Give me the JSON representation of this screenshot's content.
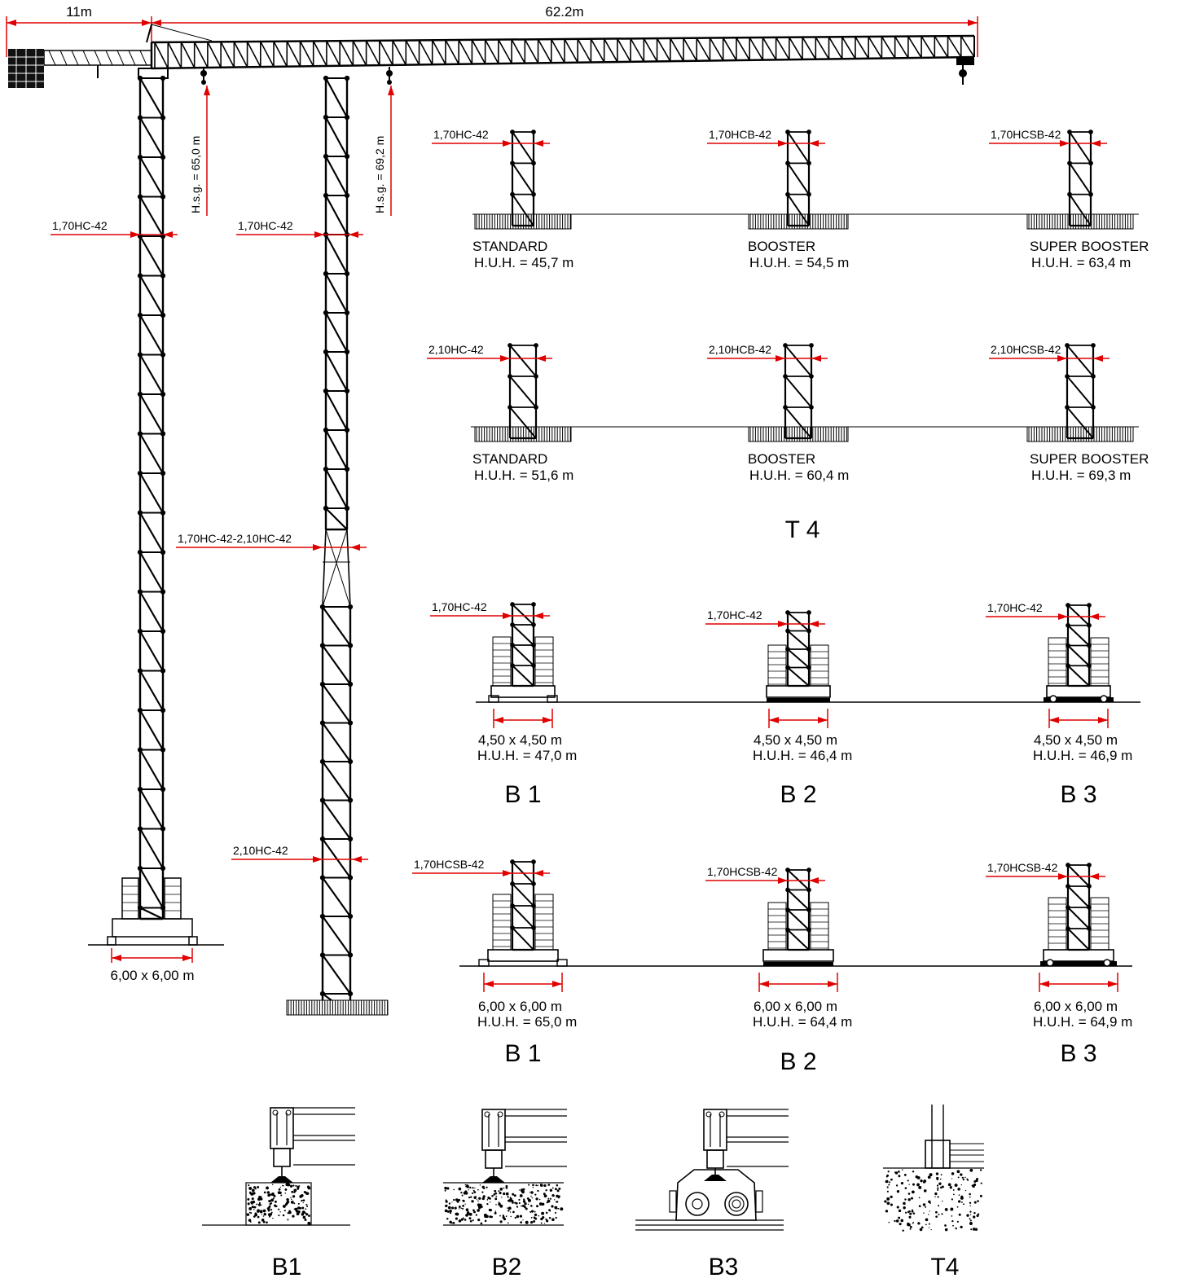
{
  "dims": {
    "counterjib": "11m",
    "jib": "62.2m"
  },
  "hsg": [
    "H.s.g. = 65,0 m",
    "H.s.g. = 69,2 m"
  ],
  "main_tower": {
    "label": "1,70HC-42",
    "base": "6,00 x 6,00 m"
  },
  "second_tower": {
    "top_label": "1,70HC-42",
    "transition_label": "1,70HC-42-2,10HC-42",
    "bottom_label": "2,10HC-42"
  },
  "t4_row1": [
    {
      "mast": "1,70HC-42",
      "type": "STANDARD",
      "huh": "H.U.H. = 45,7 m"
    },
    {
      "mast": "1,70HCB-42",
      "type": "BOOSTER",
      "huh": "H.U.H. = 54,5 m"
    },
    {
      "mast": "1,70HCSB-42",
      "type": "SUPER BOOSTER",
      "huh": "H.U.H. = 63,4 m"
    }
  ],
  "t4_row2": [
    {
      "mast": "2,10HC-42",
      "type": "STANDARD",
      "huh": "H.U.H. = 51,6 m"
    },
    {
      "mast": "2,10HCB-42",
      "type": "BOOSTER",
      "huh": "H.U.H. = 60,4 m"
    },
    {
      "mast": "2,10HCSB-42",
      "type": "SUPER BOOSTER",
      "huh": "H.U.H. = 69,3 m"
    }
  ],
  "t4_title": "T 4",
  "b_row1": [
    {
      "mast": "1,70HC-42",
      "size": "4,50 x 4,50 m",
      "huh": "H.U.H. = 47,0 m",
      "name": "B 1"
    },
    {
      "mast": "1,70HC-42",
      "size": "4,50 x 4,50 m",
      "huh": "H.U.H. = 46,4 m",
      "name": "B 2"
    },
    {
      "mast": "1,70HC-42",
      "size": "4,50 x 4,50 m",
      "huh": "H.U.H. = 46,9 m",
      "name": "B 3"
    }
  ],
  "b_row2": [
    {
      "mast": "1,70HCSB-42",
      "size": "6,00 x 6,00 m",
      "huh": "H.U.H. = 65,0 m",
      "name": "B 1"
    },
    {
      "mast": "1,70HCSB-42",
      "size": "6,00 x 6,00 m",
      "huh": "H.U.H. = 64,4 m",
      "name": "B 2"
    },
    {
      "mast": "1,70HCSB-42",
      "size": "6,00 x 6,00 m",
      "huh": "H.U.H. = 64,9 m",
      "name": "B 3"
    }
  ],
  "details": [
    "B1",
    "B2",
    "B3",
    "T4"
  ],
  "colors": {
    "line": "#000000",
    "dim": "#e00000"
  }
}
